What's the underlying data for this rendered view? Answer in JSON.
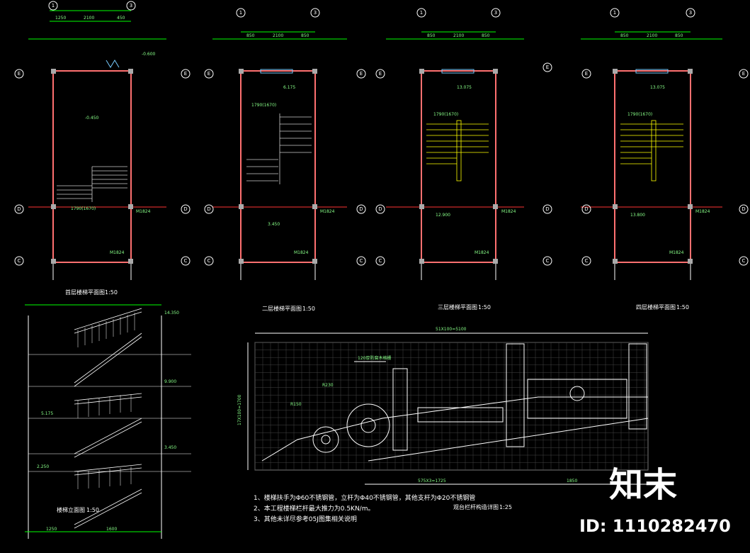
{
  "plans": [
    {
      "title": "首层楼梯平面图",
      "scale": "1:50",
      "dims_top": [
        "1250",
        "2100",
        "450"
      ],
      "level_main": "-0.450",
      "level_lower": "-0.600",
      "door_labels": [
        "M1824",
        "M1824"
      ],
      "stair_label": "1790(1670)"
    },
    {
      "title": "二层楼梯平面图",
      "scale": "1:50",
      "dims_top": [
        "850",
        "2100",
        "850"
      ],
      "level_main": "3.450",
      "level_lower": "6.175",
      "door_labels": [
        "M1824",
        "M1824"
      ],
      "stair_label": "1790(1670)"
    },
    {
      "title": "三层楼梯平面图",
      "scale": "1:50",
      "dims_top": [
        "850",
        "2100",
        "850"
      ],
      "level_main": "12.900",
      "level_lower": "13.075",
      "door_labels": [
        "M1824",
        "M1824"
      ],
      "stair_label": "1790(1670)"
    },
    {
      "title": "四层楼梯平面图",
      "scale": "1:50",
      "dims_top": [
        "850",
        "2100",
        "850"
      ],
      "level_main": "13.800",
      "level_lower": "13.075",
      "door_labels": [
        "M1824",
        "M1824"
      ],
      "stair_label": "1790(1670)"
    }
  ],
  "grid_axes": {
    "top": [
      "1",
      "3"
    ],
    "side": [
      "E",
      "D",
      "C"
    ]
  },
  "section": {
    "title": "楼梯立面图",
    "scale": "1:50",
    "levels": [
      "14.350",
      "9.900",
      "5.175",
      "3.450",
      "2.250"
    ],
    "dims_bottom": [
      "1250",
      "1600"
    ]
  },
  "detail": {
    "title": "观台栏杆构造详图",
    "scale": "1:25",
    "dim_top": "51X100=5100",
    "dim_left": "17X100=1700",
    "dim_bottom_left": "575X3=1725",
    "dim_bottom_right": "1850",
    "callouts": [
      "120厚防腐木格栅",
      "R230",
      "R150"
    ]
  },
  "notes": [
    "1、楼梯扶手为Φ60不锈钢管，立杆为Φ40不锈钢管，其他支杆为Φ20不锈钢管",
    "2、本工程楼梯栏杆最大推力为0.5KN/m。",
    "3、其他未详尽参考05J图集相关说明"
  ],
  "watermark": {
    "logo": "知末",
    "id": "ID: 1110282470"
  }
}
